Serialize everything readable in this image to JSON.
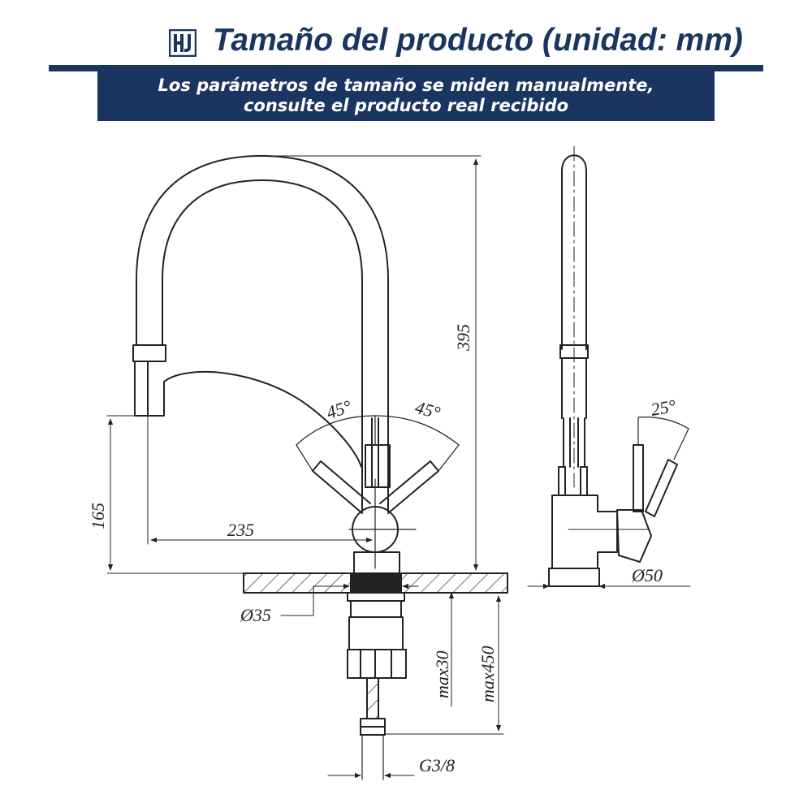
{
  "header": {
    "logo_icon": "hj-logo-icon",
    "title": "Tamaño del producto (unidad: mm)",
    "note_line1": "Los parámetros de tamaño se miden manualmente,",
    "note_line2": "consulte el producto real recibido",
    "color_primary": "#1a3560"
  },
  "dimensions": {
    "height": "395",
    "spout_height": "165",
    "reach": "235",
    "left_angle": "45°",
    "right_angle": "45°",
    "side_angle": "25°",
    "base_diameter": "Ø50",
    "hole_diameter": "Ø35",
    "max_thickness": "max30",
    "hose_length": "max450",
    "thread": "G3/8"
  }
}
